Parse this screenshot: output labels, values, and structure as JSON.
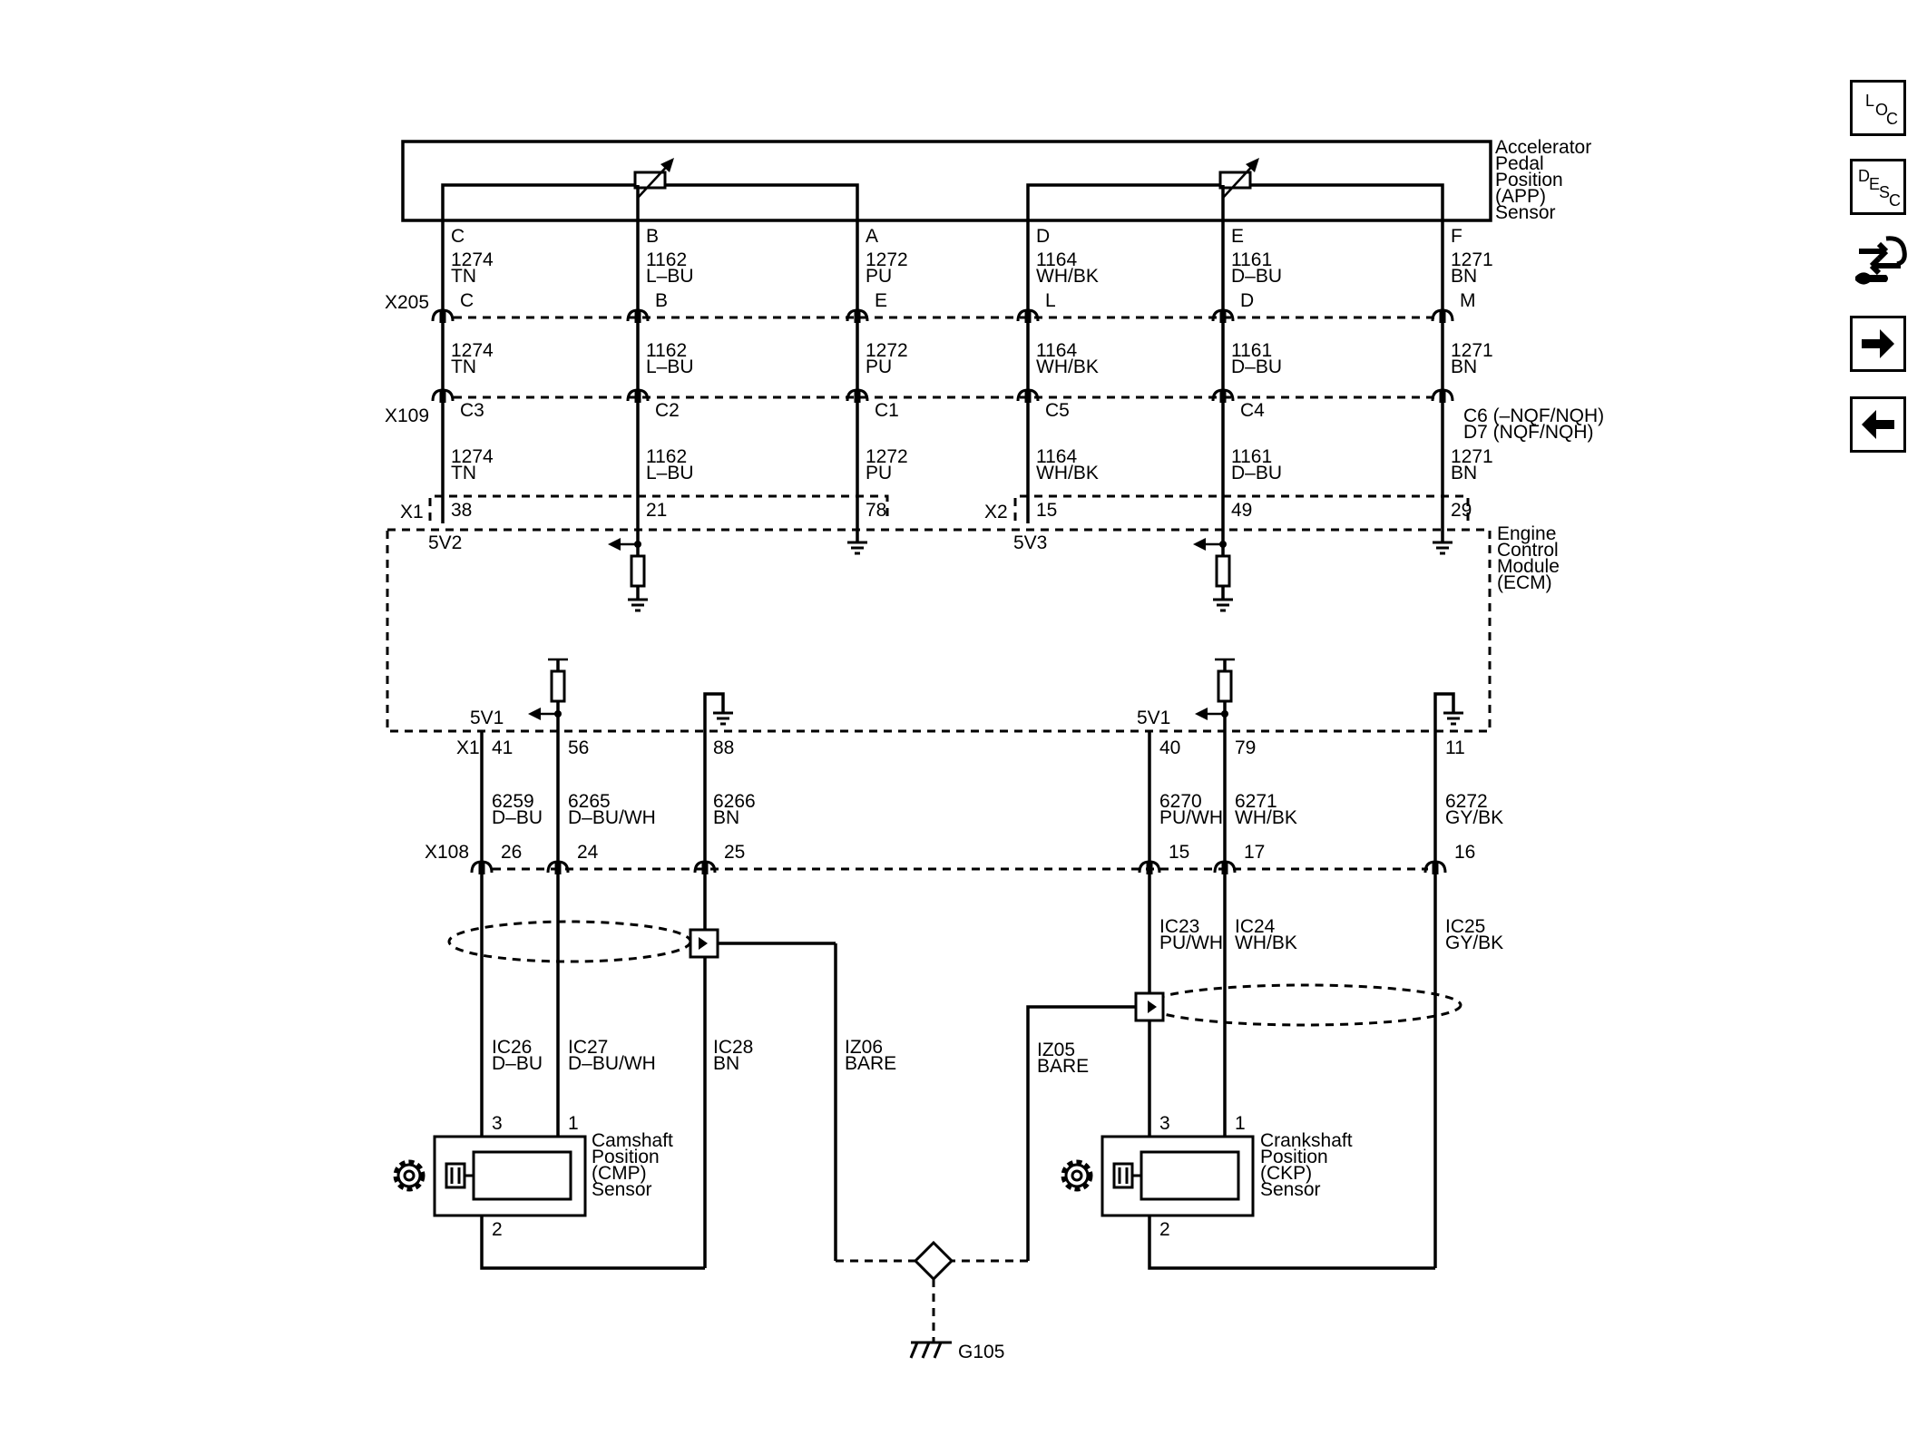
{
  "components": {
    "app_sensor": [
      "Accelerator",
      "Pedal",
      "Position",
      "(APP)",
      "Sensor"
    ],
    "ecm": [
      "Engine",
      "Control",
      "Module",
      "(ECM)"
    ],
    "cmp_sensor": [
      "Camshaft",
      "Position",
      "(CMP)",
      "Sensor"
    ],
    "ckp_sensor": [
      "Crankshaft",
      "Position",
      "(CKP)",
      "Sensor"
    ],
    "ground": "G105"
  },
  "connectors": {
    "x205": "X205",
    "x109": "X109",
    "x109_note_c6": "C6 (–NQF/NQH)",
    "x109_note_d7": "D7 (NQF/NQH)",
    "x1_top": "X1",
    "x2_top": "X2",
    "x1_bottom": "X1",
    "x108": "X108"
  },
  "upper_columns": [
    {
      "app_pin": "C",
      "x205_pin": "C",
      "x109_pin": "C3",
      "ecm_pin": "38",
      "circuit": "1274",
      "color": "TN",
      "ref": "5V2"
    },
    {
      "app_pin": "B",
      "x205_pin": "B",
      "x109_pin": "C2",
      "ecm_pin": "21",
      "circuit": "1162",
      "color": "L–BU",
      "ref": ""
    },
    {
      "app_pin": "A",
      "x205_pin": "E",
      "x109_pin": "C1",
      "ecm_pin": "78",
      "circuit": "1272",
      "color": "PU",
      "ref": ""
    },
    {
      "app_pin": "D",
      "x205_pin": "L",
      "x109_pin": "C5",
      "ecm_pin": "15",
      "circuit": "1164",
      "color": "WH/BK",
      "ref": "5V3"
    },
    {
      "app_pin": "E",
      "x205_pin": "D",
      "x109_pin": "C4",
      "ecm_pin": "49",
      "circuit": "1161",
      "color": "D–BU",
      "ref": ""
    },
    {
      "app_pin": "F",
      "x205_pin": "M",
      "x109_pin": "",
      "ecm_pin": "29",
      "circuit": "1271",
      "color": "BN",
      "ref": ""
    }
  ],
  "lower_columns": [
    {
      "ecm_pin": "41",
      "circuit": "6259",
      "color": "D–BU",
      "x108_pin": "26",
      "ic": "IC26",
      "ic_color": "D–BU",
      "sensor_pin": "3",
      "ref": "5V1"
    },
    {
      "ecm_pin": "56",
      "circuit": "6265",
      "color": "D–BU/WH",
      "x108_pin": "24",
      "ic": "IC27",
      "ic_color": "D–BU/WH",
      "sensor_pin": "1",
      "ref": ""
    },
    {
      "ecm_pin": "88",
      "circuit": "6266",
      "color": "BN",
      "x108_pin": "25",
      "ic": "IC28",
      "ic_color": "BN",
      "sensor_pin": "2",
      "ref": ""
    },
    {
      "ecm_pin": "40",
      "circuit": "6270",
      "color": "PU/WH",
      "x108_pin": "15",
      "ic": "IC23",
      "ic_color": "PU/WH",
      "sensor_pin": "3",
      "ref": "5V1"
    },
    {
      "ecm_pin": "79",
      "circuit": "6271",
      "color": "WH/BK",
      "x108_pin": "17",
      "ic": "IC24",
      "ic_color": "WH/BK",
      "sensor_pin": "1",
      "ref": ""
    },
    {
      "ecm_pin": "11",
      "circuit": "6272",
      "color": "GY/BK",
      "x108_pin": "16",
      "ic": "IC25",
      "ic_color": "GY/BK",
      "sensor_pin": "2",
      "ref": ""
    }
  ],
  "drains": [
    {
      "id": "IZ06",
      "color": "BARE"
    },
    {
      "id": "IZ05",
      "color": "BARE"
    }
  ],
  "nav": {
    "loc": [
      "L",
      "O",
      "C"
    ],
    "desc": [
      "D",
      "E",
      "S",
      "C"
    ],
    "connector_icon": "connector-icon",
    "next_icon": "arrow-right-icon",
    "prev_icon": "arrow-left-icon"
  }
}
